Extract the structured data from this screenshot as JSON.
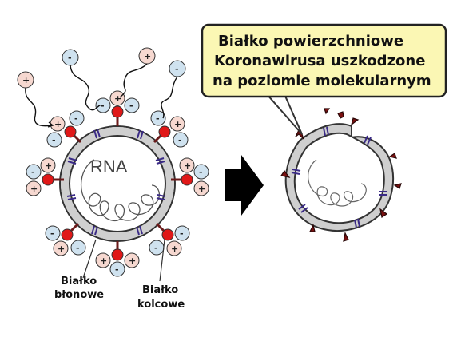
{
  "callout": {
    "line1": "Białko powierzchniowe",
    "line2": "Koronawirusa uszkodzone",
    "line3": "na poziomie molekularnym"
  },
  "labels": {
    "rna": "RNA",
    "membrane_line1": "Białko",
    "membrane_line2": "błonowe",
    "spike_line1": "Białko",
    "spike_line2": "kolcowe",
    "plus": "+",
    "minus": "-"
  },
  "colors": {
    "callout_bg": "#fbf7b4",
    "pos_bead": "#f6d8d0",
    "neg_bead": "#cfe2ef",
    "spike_red": "#e01818",
    "membrane_marker": "#3a2a86",
    "damaged_spike": "#7a1010",
    "arrow": "#000000"
  }
}
